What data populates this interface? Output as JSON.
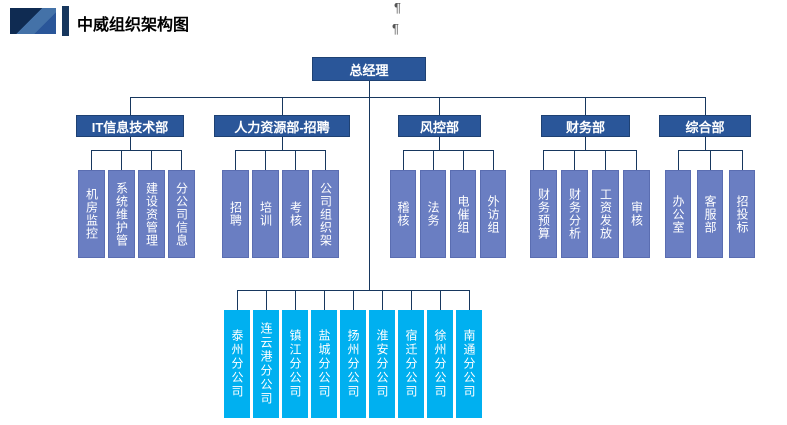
{
  "page": {
    "title": "中威组织架构图",
    "pilcrow": "¶"
  },
  "colors": {
    "level1_2": "#2A5699",
    "level3": "#6A7EC2",
    "branch": "#00B0F0",
    "connector": "#17375E",
    "accent_bar": "#17375E"
  },
  "org": {
    "root": "总经理",
    "departments": [
      {
        "label": "IT信息技术部",
        "children": [
          "机房监控",
          "系统维护管",
          "建设资管理",
          "分公司信息"
        ]
      },
      {
        "label": "人力资源部-招聘",
        "children": [
          "招聘",
          "培训",
          "考核",
          "公司组织架"
        ]
      },
      {
        "label": "风控部",
        "children": [
          "稽核",
          "法务",
          "电催组",
          "外访组"
        ]
      },
      {
        "label": "财务部",
        "children": [
          "财务预算",
          "财务分析",
          "工资发放",
          "审核"
        ]
      },
      {
        "label": "综合部",
        "children": [
          "办公室",
          "客服部",
          "招投标"
        ]
      }
    ],
    "branches": [
      "泰州分公司",
      "连云港分公司",
      "镇江分公司",
      "盐城分公司",
      "扬州分公司",
      "淮安分公司",
      "宿迁分公司",
      "徐州分公司",
      "南通分公司"
    ]
  }
}
